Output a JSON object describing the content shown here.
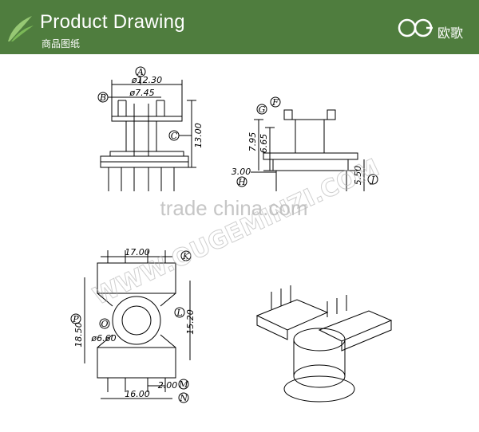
{
  "header": {
    "title": "Product Drawing",
    "subtitle": "商品图纸",
    "logo_text": "欧歌",
    "colors": {
      "banner": "#4f7d3e",
      "text": "#ffffff"
    }
  },
  "watermarks": {
    "main": "trade china.com",
    "diagonal": "WWW.OUGEMINZI.COM"
  },
  "views": {
    "front": {
      "labels": {
        "A": "A",
        "B": "B",
        "C": "C"
      },
      "dims": {
        "A": "ø12.30",
        "B": "ø7.45",
        "C": "13.00"
      }
    },
    "side": {
      "labels": {
        "G": "G",
        "F": "F",
        "H": "H",
        "J": "J"
      },
      "dims": {
        "G": "7.95",
        "F": "6.65",
        "H": "3.00",
        "J": "5.50"
      }
    },
    "bottom": {
      "labels": {
        "K": "K",
        "P": "P",
        "O": "O",
        "L": "L",
        "M": "M",
        "N": "N"
      },
      "dims": {
        "K": "17.00",
        "P": "18.50",
        "O": "ø6.60",
        "L": "15.20",
        "M": "2.00",
        "N": "16.00"
      }
    }
  }
}
